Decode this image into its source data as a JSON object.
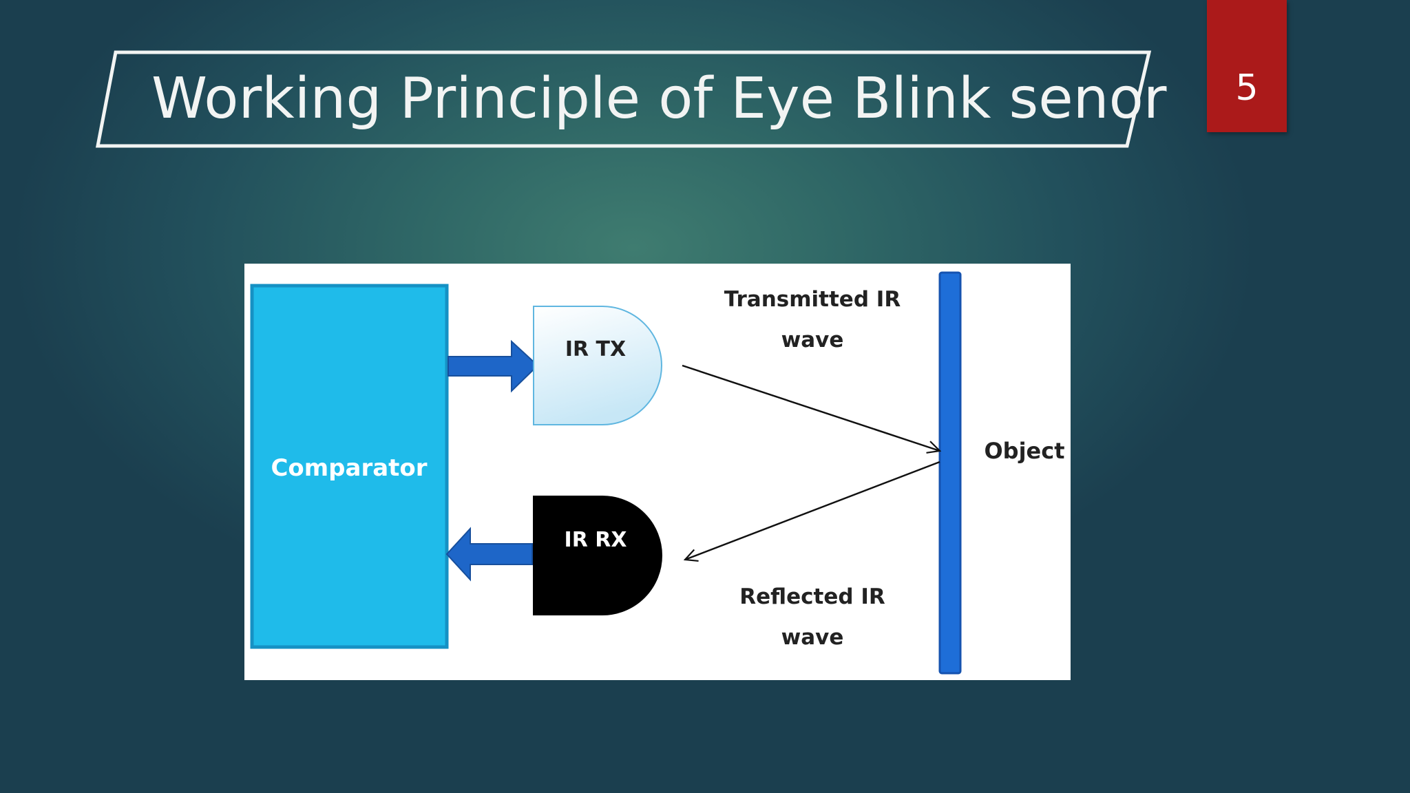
{
  "slide": {
    "title": "Working Principle of Eye Blink senor",
    "page_number": "5"
  },
  "colors": {
    "title_text": "#f2f4f3",
    "badge": "#ab1a1a",
    "comparator_fill": "#1fbbea",
    "ir_tx_fill": "#dff3fb",
    "ir_rx_fill": "#000000",
    "object_bar": "#1e6ed8",
    "arrow_fill": "#1e66c8"
  },
  "diagram": {
    "comparator_label": "Comparator",
    "ir_tx_label": "IR TX",
    "ir_rx_label": "IR RX",
    "transmitted_line1": "Transmitted IR",
    "transmitted_line2": "wave",
    "reflected_line1": "Reflected IR",
    "reflected_line2": "wave",
    "object_label": "Object"
  }
}
